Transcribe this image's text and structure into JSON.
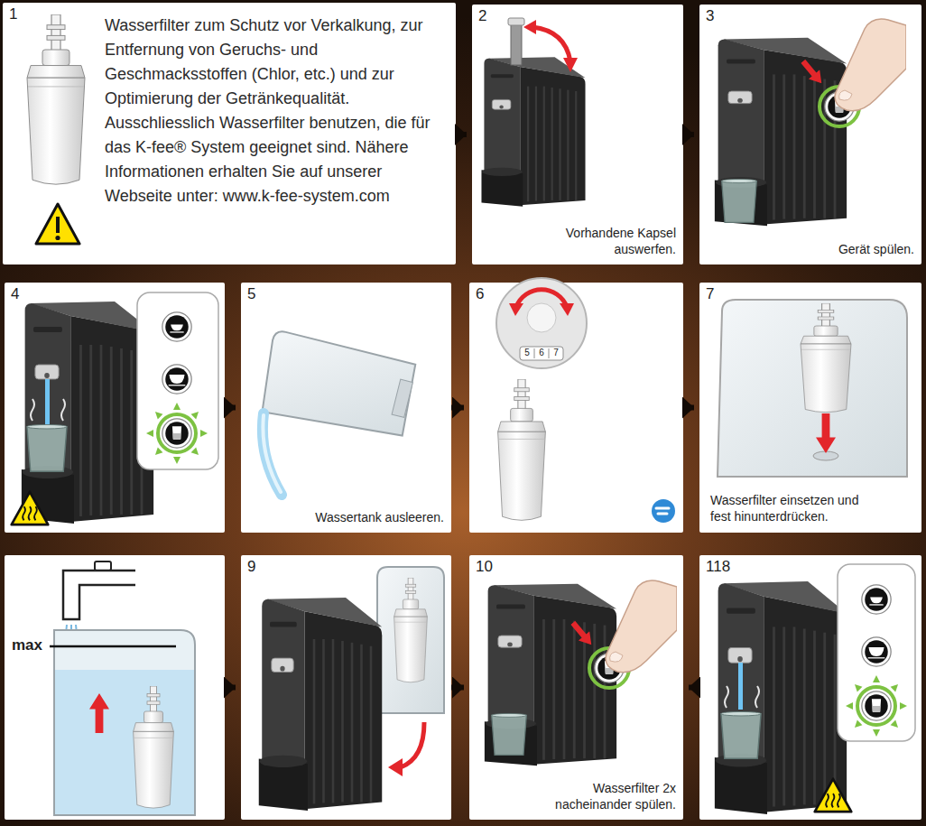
{
  "diagram": {
    "nodes": [
      {
        "text": [
          "1",
          "Wasserfilter zum Schutz vor Verkalkung, zur Entfernung von Geruchs- und Geschmacksstoffen (Chlor, etc.) und zur Optimierung der Getränkequalität. Ausschliesslich Wasserfilter benutzen, die für das K-fee® System geeignet sind. Nähere Informationen erhalten Sie auf unserer Webseite unter: www.k-fee-system.com"
        ]
      },
      {
        "text": [
          "2",
          "Vorhandene Kapsel auswerfen."
        ]
      },
      {
        "text": [
          "3",
          "Gerät spülen."
        ]
      },
      {
        "text": [
          "4"
        ]
      },
      {
        "text": [
          "5",
          "Wassertank ausleeren."
        ]
      },
      {
        "text": [
          "6"
        ]
      },
      {
        "text": [
          "7",
          "Wasserfilter einsetzen und fest hinunterdrücken."
        ]
      },
      {
        "text": [
          "max"
        ]
      },
      {
        "text": [
          "9"
        ]
      },
      {
        "text": [
          "10",
          "Wasserfilter 2x nacheinander spülen."
        ]
      },
      {
        "text": [
          "118"
        ]
      }
    ],
    "edges": [
      {
        "from": 0,
        "to": 1,
        "arrow": "to"
      },
      {
        "from": 1,
        "to": 2,
        "arrow": "to"
      },
      {
        "from": 3,
        "to": 4,
        "arrow": "to"
      },
      {
        "from": 4,
        "to": 5,
        "arrow": "to"
      },
      {
        "from": 5,
        "to": 6,
        "arrow": "to"
      },
      {
        "from": 7,
        "to": 8,
        "arrow": "to"
      },
      {
        "from": 8,
        "to": 9,
        "arrow": "to"
      },
      {
        "from": 10,
        "to": 9,
        "arrow": "to"
      }
    ],
    "labels": [
      "5",
      "6",
      "7"
    ]
  }
}
